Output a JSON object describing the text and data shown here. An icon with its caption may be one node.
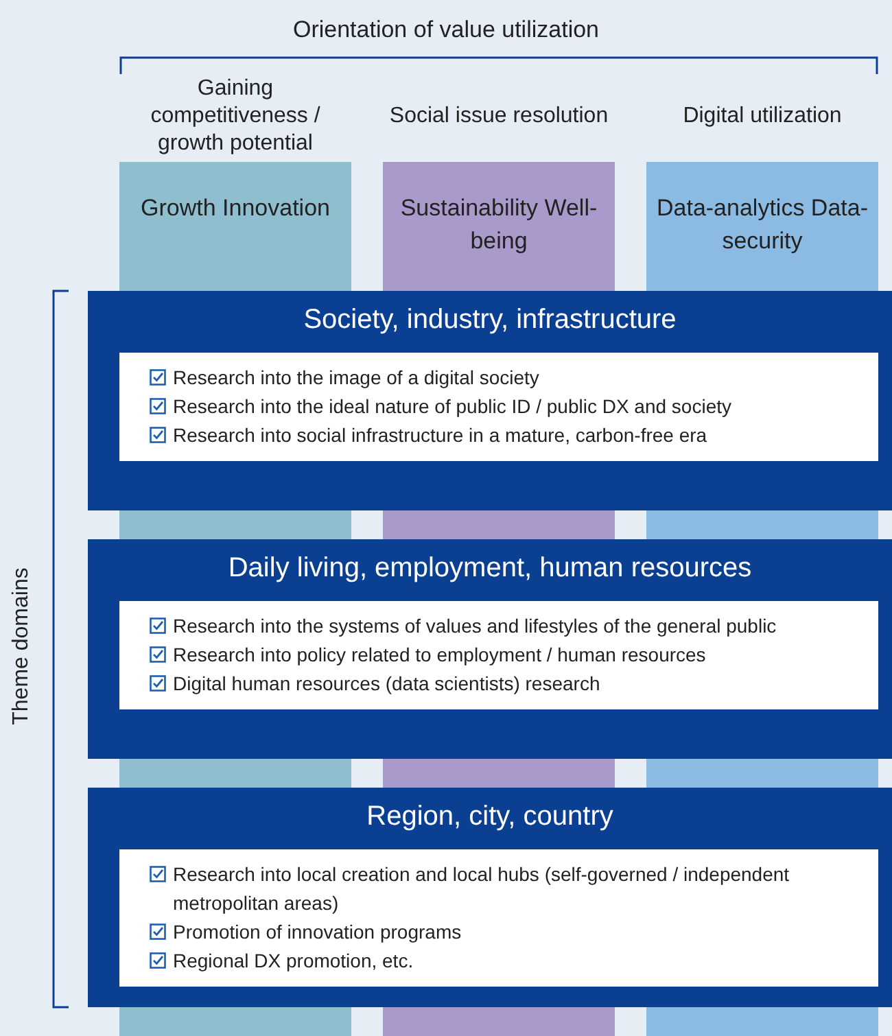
{
  "diagram": {
    "nodes": [
      {
        "text": [
          "Gaining competitiveness / growth potential",
          "Growth Innovation"
        ]
      },
      {
        "text": [
          "Social issue resolution",
          "Sustainability Well-being"
        ]
      },
      {
        "text": [
          "Digital utilization",
          "Data-analytics Data-security"
        ]
      },
      {
        "text": [
          "Society, industry, infrastructure",
          "Research into the image of a digital society",
          "Research into the ideal nature of public ID / public DX and society",
          "Research into social infrastructure in a mature, carbon-free era"
        ]
      },
      {
        "text": [
          "Daily living, employment, human resources",
          "Research into the systems of values and lifestyles of the general public",
          "Research into policy related to employment / human resources",
          "Digital human resources (data scientists) research"
        ]
      },
      {
        "text": [
          "Region, city, country",
          "Research into local creation and local hubs (self-governed / independent metropolitan areas)",
          "Promotion of innovation programs",
          "Regional DX promotion, etc."
        ]
      }
    ],
    "edges": [],
    "labels": [
      "Orientation of value utilization",
      "Theme domains"
    ]
  }
}
